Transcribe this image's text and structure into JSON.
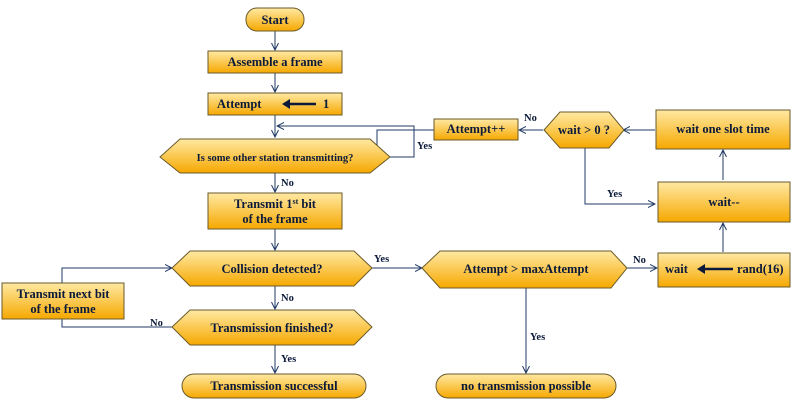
{
  "nodes": {
    "start": "Start",
    "assemble": "Assemble a frame",
    "attempt_init_left": "Attempt",
    "attempt_init_right": "1",
    "other_transmitting": "Is some other station transmitting?",
    "transmit_first_a": "Transmit 1",
    "transmit_first_sup": "st",
    "transmit_first_b": " bit",
    "transmit_first_c": "of the frame",
    "collision": "Collision detected?",
    "transmit_next_a": "Transmit next bit",
    "transmit_next_b": "of the frame",
    "finished": "Transmission finished?",
    "success": "Transmission successful",
    "attempt_check": "Attempt > maxAttempt",
    "no_possible": "no transmission possible",
    "wait_left": "wait",
    "wait_right": "rand(16)",
    "wait_dec": "wait--",
    "wait_slot": "wait one slot time",
    "wait_check": "wait > 0 ?",
    "attempt_inc": "Attempt++"
  },
  "edge_labels": {
    "yes_other": "Yes",
    "no_other": "No",
    "yes_collision": "Yes",
    "no_collision": "No",
    "no_finished": "No",
    "yes_finished": "Yes",
    "no_attempt": "No",
    "yes_attempt": "Yes",
    "no_wait": "No",
    "yes_wait": "Yes"
  },
  "colors": {
    "fill_top": "#ffe9a3",
    "fill_bottom": "#f6a800",
    "line": "#1f3864",
    "text": "#0b1a3a"
  }
}
